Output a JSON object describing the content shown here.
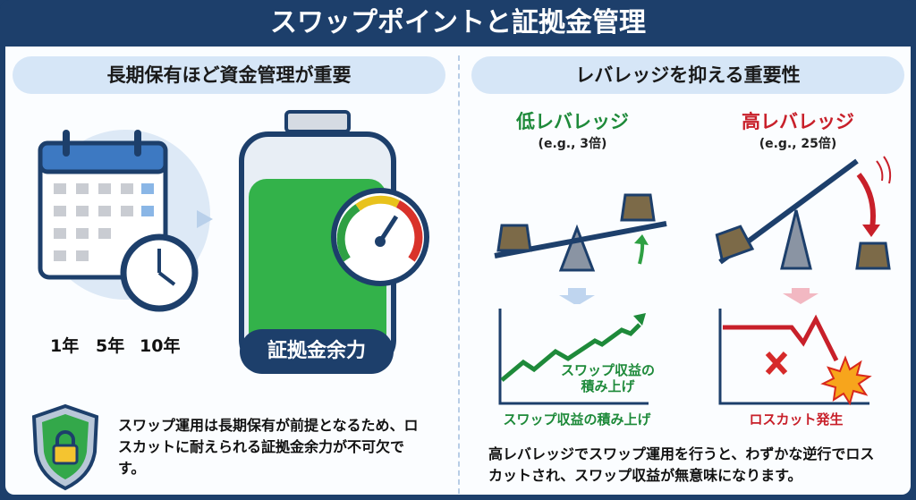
{
  "title": "スワップポイントと証拠金管理",
  "left": {
    "header": "長期保有ほど資金管理が重要",
    "years": [
      "1年",
      "5年",
      "10年"
    ],
    "jar_label": "証拠金余力",
    "note": "スワップ運用は長期保有が前提となるため、ロスカットに耐えられる証拠金余力が不可欠です。"
  },
  "right": {
    "header": "レバレッジを抑える重要性",
    "low": {
      "title": "低レバレッジ",
      "example": "(e.g., 3倍)",
      "chart_label": "スワップ収益の積み上げ",
      "chart_caption": "スワップ収益の積み上げ"
    },
    "high": {
      "title": "高レバレッジ",
      "example": "(e.g., 25倍)",
      "chart_caption": "ロスカット発生"
    },
    "note": "高レバレッジでスワップ運用を行うと、わずかな逆行でロスカットされ、スワップ収益が無意味になります。"
  },
  "colors": {
    "navy": "#1d3f6b",
    "green": "#1e8a3a",
    "red": "#c8202a",
    "pill": "#d6e6f7"
  }
}
